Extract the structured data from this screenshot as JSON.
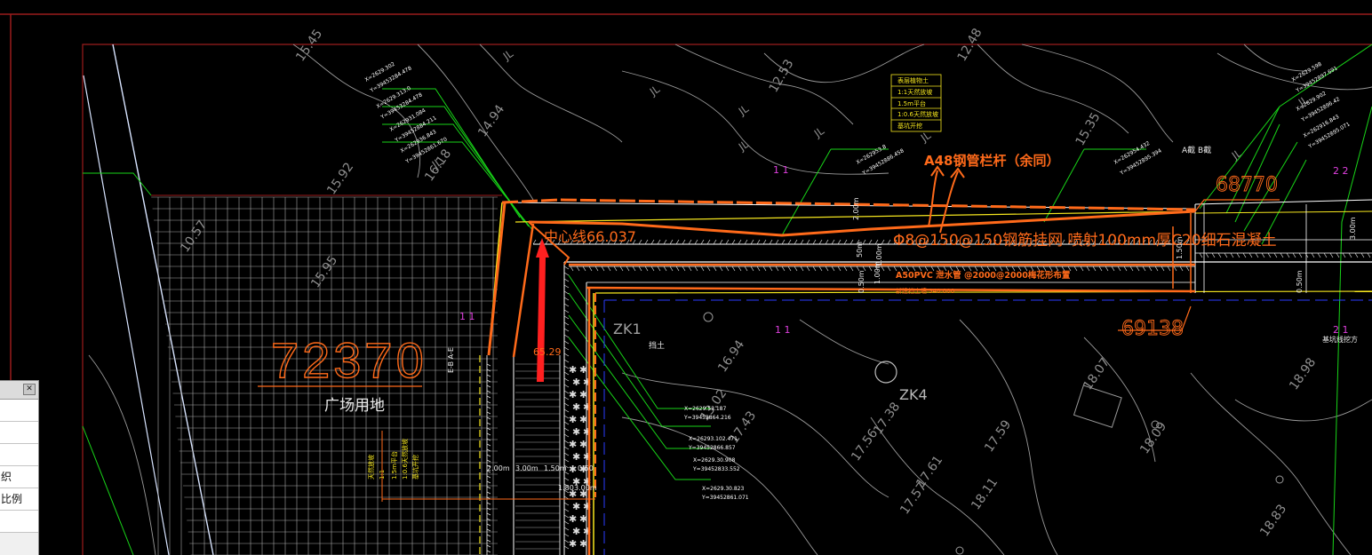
{
  "drawing": {
    "big_dim_left": "72370",
    "area_label": "广场用地",
    "centerline_label": "中心线66.037",
    "railing_note": "A48钢管栏杆（余同）",
    "mesh_note": "Φ8@150@150钢筋挂网 喷射100mm厚C20细石混凝土",
    "pvc_note": "A50PVC 泄水管 @2000@2000梅花形布置",
    "dim_top_right": "68770",
    "dim_mid_right": "69138",
    "borehole_1": "ZK1",
    "borehole_4": "ZK4",
    "small_elev": "65.29",
    "section_mark_1": "1",
    "section_mark_2": "2",
    "contours": [
      "15.45",
      "15.92",
      "16.18",
      "14.94",
      "12.53",
      "12.48",
      "15.35",
      "16.94",
      "17.56",
      "17.43",
      "17.59",
      "17.38",
      "18.07",
      "18.09",
      "18.98",
      "18.83",
      "17.61",
      "17.57",
      "18.11",
      "10.57",
      "13.02",
      "15.95"
    ],
    "dims_bottom": [
      "2.00m",
      "3.00m",
      "1.50m",
      "0.50",
      "1.80",
      "3.00m"
    ],
    "coord_top_left": [
      "X=2629.302",
      "Y=39453284.478"
    ],
    "coord_right": [
      "X=2629.598",
      "Y=39452897.691"
    ]
  },
  "panel": {
    "rows": [
      "",
      "",
      "",
      "织",
      "比例",
      ""
    ]
  },
  "colors": {
    "background": "#000000",
    "orange": "#ff6a1a",
    "yellow": "#f5e61e",
    "green": "#18d418",
    "grid": "#bdbdbd",
    "red_frame": "#9b1c1c",
    "blue": "#2a3cff"
  }
}
